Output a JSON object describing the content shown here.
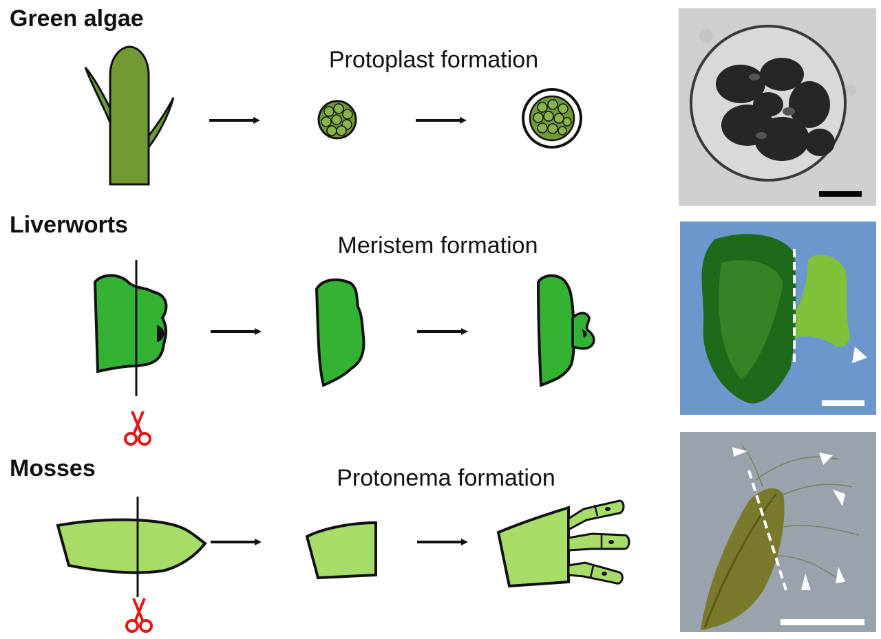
{
  "rows": [
    {
      "title": "Green algae",
      "process": "Protoplast formation"
    },
    {
      "title": "Liverworts",
      "process": "Meristem formation"
    },
    {
      "title": "Mosses",
      "process": "Protonema formation"
    }
  ],
  "colors": {
    "algae": "#6f9a34",
    "liverwort": "#33b233",
    "moss": "#a8dc68",
    "outline": "#111111",
    "scissors": "#e01818",
    "photo_gray": "#cfcfcf",
    "photo_blue": "#6c97cc",
    "photo_moss_bg": "#9aa2ac"
  },
  "icons": [
    "right-arrow-icon",
    "scissors-icon",
    "white-arrowhead-icon"
  ]
}
